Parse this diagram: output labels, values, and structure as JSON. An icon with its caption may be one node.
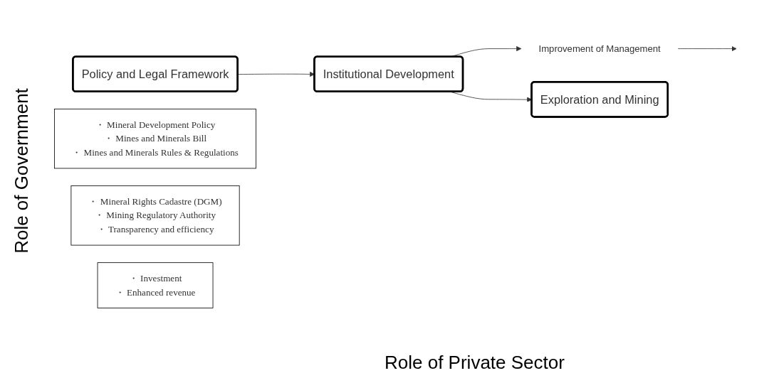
{
  "diagram": {
    "nodes": [
      {
        "text": [
          "Policy and Legal Framework"
        ]
      },
      {
        "text": [
          "・ Mineral Development Policy",
          "・ Mines and Minerals Bill",
          "・ Mines and Minerals Rules & Regulations"
        ]
      },
      {
        "text": [
          "Institutional Development"
        ]
      },
      {
        "text": [
          "・ Mineral Rights Cadastre (DGM)",
          "・ Mining Regulatory Authority",
          "・ Transparency and efficiency"
        ]
      },
      {
        "text": [
          "Improvement of Management"
        ]
      },
      {
        "text": [
          "Exploration and Mining"
        ]
      },
      {
        "text": [
          "・ Investment",
          "・ Enhanced revenue"
        ]
      }
    ],
    "edges": [
      {
        "from": 0,
        "to": 2,
        "arrow": "to"
      },
      {
        "from": 2,
        "to": 4,
        "arrow": "to"
      },
      {
        "from": 2,
        "to": 5,
        "arrow": "to"
      },
      {
        "from": 4,
        "to": null,
        "arrow": "to"
      }
    ],
    "labels": [
      "Role of Government",
      "Role of Private Sector"
    ]
  }
}
